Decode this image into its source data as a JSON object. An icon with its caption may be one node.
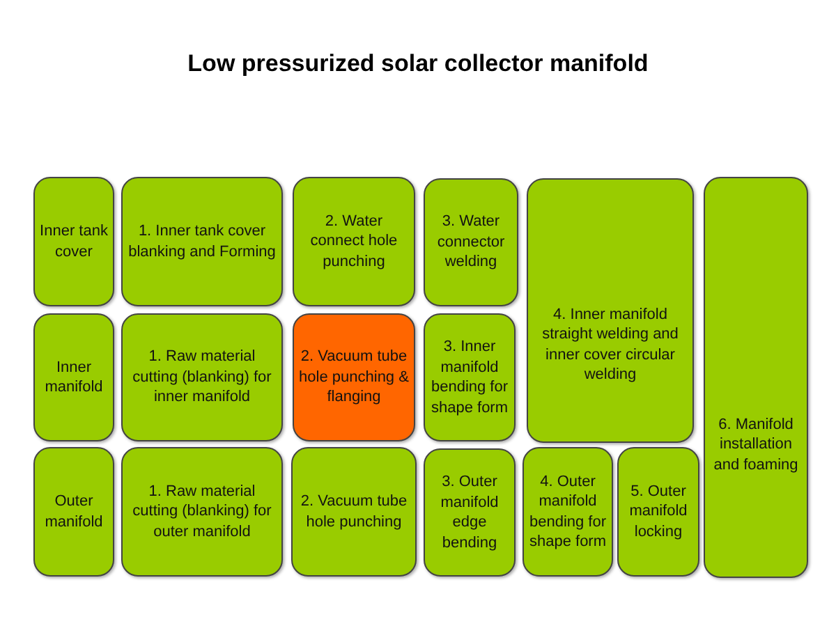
{
  "diagram": {
    "title": "Low pressurized solar collector manifold",
    "nodes": [
      {
        "text": [
          "Inner tank cover"
        ]
      },
      {
        "text": [
          "1. Inner tank cover blanking and Forming"
        ]
      },
      {
        "text": [
          "2. Water connect hole punching"
        ]
      },
      {
        "text": [
          "3. Water connector welding"
        ]
      },
      {
        "text": [
          "4. Inner manifold straight welding and inner cover circular welding"
        ]
      },
      {
        "text": [
          "6. Manifold installation and foaming"
        ]
      },
      {
        "text": [
          "Inner manifold"
        ]
      },
      {
        "text": [
          "1. Raw material cutting (blanking) for inner manifold"
        ]
      },
      {
        "text": [
          "2. Vacuum tube hole punching & flanging"
        ]
      },
      {
        "text": [
          "3. Inner manifold bending for shape form"
        ]
      },
      {
        "text": [
          "Outer manifold"
        ]
      },
      {
        "text": [
          "1. Raw material cutting (blanking) for outer manifold"
        ]
      },
      {
        "text": [
          "2. Vacuum tube hole punching"
        ]
      },
      {
        "text": [
          "3. Outer manifold edge bending"
        ]
      },
      {
        "text": [
          "4. Outer manifold bending for shape form"
        ]
      },
      {
        "text": [
          "5. Outer manifold locking"
        ]
      }
    ]
  }
}
